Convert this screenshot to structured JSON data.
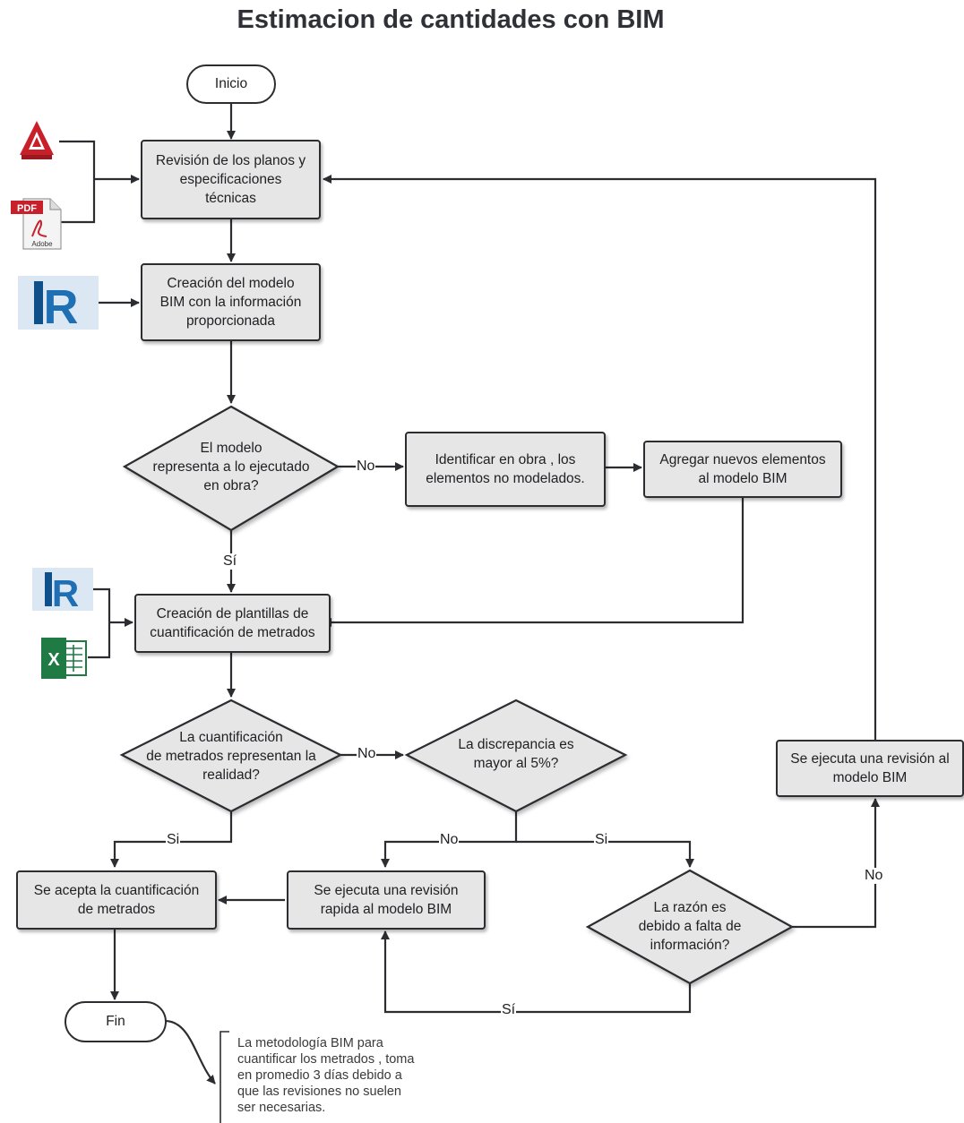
{
  "title": "Estimacion de cantidades con BIM",
  "nodes": {
    "inicio": "Inicio",
    "revision_planos": "Revisión de los planos y\nespecificaciones\ntécnicas",
    "creacion_modelo": "Creación del modelo\nBIM con la información\nproporcionada",
    "decision_modelo": "El modelo\nrepresenta a lo ejecutado\nen obra?",
    "identificar": "Identificar en obra , los\nelementos no modelados.",
    "agregar": "Agregar nuevos elementos\nal modelo BIM",
    "plantillas": "Creación de plantillas de\ncuantificación de metrados",
    "decision_cuantificacion": "La cuantificación\nde metrados representan la\nrealidad?",
    "decision_discrepancia": "La discrepancia es\nmayor al 5%?",
    "revision_modelo": "Se ejecuta una revisión al\nmodelo BIM",
    "acepta": "Se acepta la cuantificación\nde metrados",
    "revision_rapida": "Se ejecuta una revisión\nrapida al modelo BIM",
    "decision_razon": "La razón es\ndebido a falta de\ninformación?",
    "fin": "Fin"
  },
  "edge_labels": {
    "modelo_no": "No",
    "modelo_si": "Sí",
    "cuantificacion_no": "No",
    "cuantificacion_si": "Si",
    "discrepancia_no": "No",
    "discrepancia_si": "Si",
    "razon_no": "No",
    "razon_si": "Sí"
  },
  "note": "La metodología BIM para\ncuantificar los metrados , toma\nen  promedio 3 días debido a\nque las revisiones no suelen\nser necesarias.",
  "icons": {
    "autocad": "autocad-icon",
    "pdf": "pdf-adobe-icon",
    "pdf_label": "PDF",
    "adobe_label": "Adobe",
    "revit": "revit-icon",
    "revit_letter": "R",
    "excel": "excel-icon",
    "excel_letter": "X"
  },
  "colors": {
    "node_fill": "#e6e6e6",
    "stroke": "#2b2d30",
    "autocad_red": "#c8202b",
    "revit_blue": "#1f6fb5",
    "excel_green": "#1f7a44"
  }
}
